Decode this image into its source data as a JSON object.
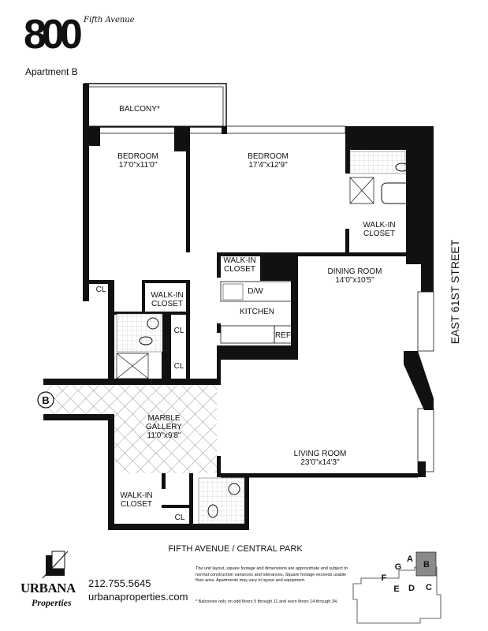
{
  "header": {
    "logo_number": "800",
    "logo_script": "Fifth Avenue",
    "apartment": "Apartment B"
  },
  "rooms": {
    "balcony": "BALCONY*",
    "bedroom1": {
      "name": "BEDROOM",
      "size": "17'0\"x11'0\""
    },
    "bedroom2": {
      "name": "BEDROOM",
      "size": "17'4\"x12'9\""
    },
    "walkin_master": [
      "WALK-IN",
      "CLOSET"
    ],
    "walkin_kitchen": [
      "WALK-IN",
      "CLOSET"
    ],
    "dining": {
      "name": "DINING ROOM",
      "size": "14'0\"x10'5\""
    },
    "kitchen": "KITCHEN",
    "dw": "D/W",
    "ref": "REF",
    "cl": "CL",
    "walkin_bed1": [
      "WALK-IN",
      "CLOSET"
    ],
    "gallery": {
      "name1": "MARBLE",
      "name2": "GALLERY",
      "size": "11'0\"x9'8\""
    },
    "living": {
      "name": "LIVING ROOM",
      "size": "23'0\"x14'3\""
    },
    "walkin_entry": [
      "WALK-IN",
      "CLOSET"
    ],
    "entry_marker": "B"
  },
  "streets": {
    "east": "EAST 61ST STREET",
    "south": "FIFTH AVENUE / CENTRAL PARK"
  },
  "footer": {
    "brand": "URBANA",
    "brand_sub": "Properties",
    "phone": "212.755.5645",
    "website": "urbanaproperties.com",
    "disclaimer": "The unit layout, square footage and dimensions are approximate and subject to normal construction variances and tolerances. Square footage exceeds usable floor area. Apartments may vary in layout and equipment.",
    "balcony_note": "* Balconies only on odd floors 5 through 11 and even floors 14 through 34."
  },
  "keyplan": {
    "units": [
      "A",
      "B",
      "C",
      "D",
      "E",
      "F",
      "G"
    ],
    "highlight": "B",
    "highlight_color": "#8a8a8a"
  }
}
